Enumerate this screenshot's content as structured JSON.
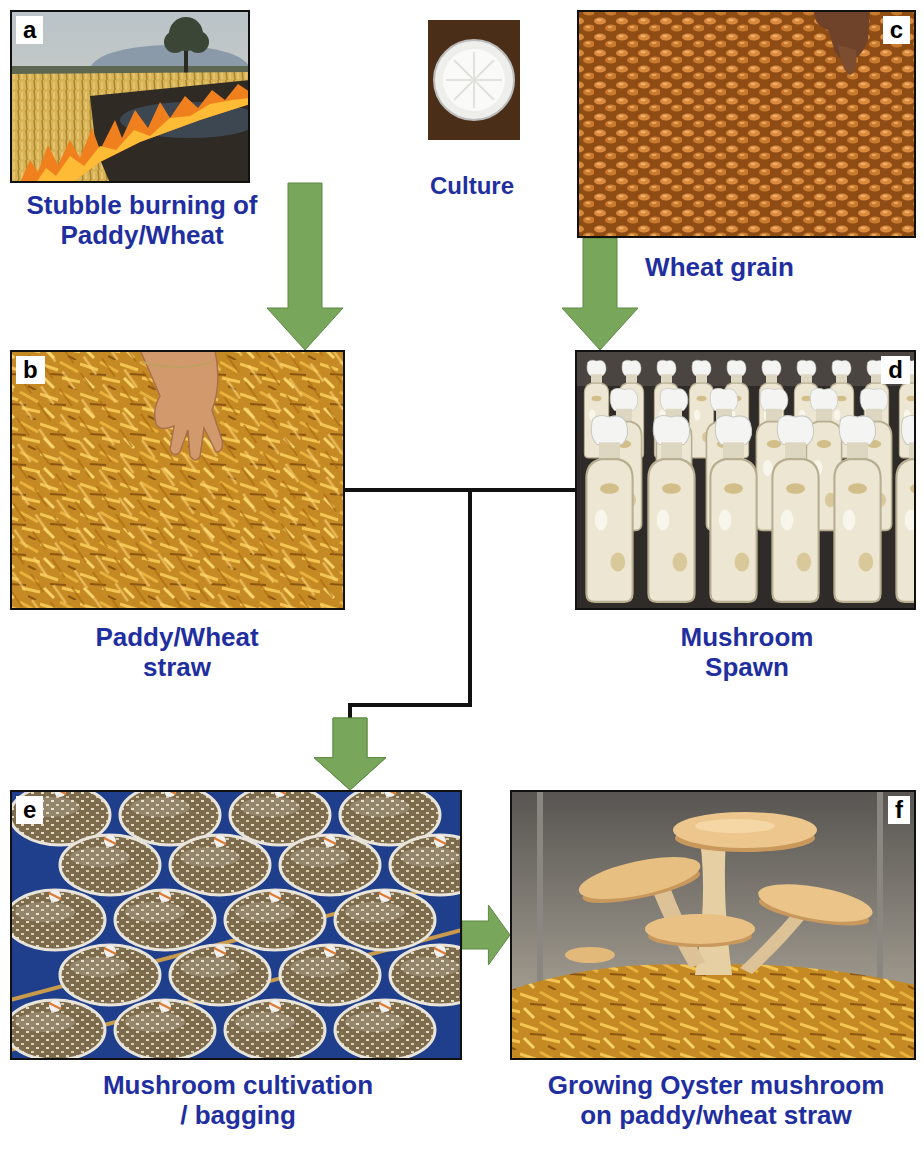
{
  "diagram": {
    "nodes": [
      {
        "text": [
          "a",
          "Stubble burning of Paddy/Wheat"
        ]
      },
      {
        "text": [
          "c",
          "Wheat grain"
        ]
      },
      {
        "text": [
          "b",
          "Paddy/Wheat straw"
        ]
      },
      {
        "text": [
          "d",
          "Mushroom Spawn"
        ]
      },
      {
        "text": [
          "e",
          "Mushroom cultivation / bagging"
        ]
      },
      {
        "text": [
          "f",
          "Growing Oyster mushroom on paddy/wheat straw"
        ]
      }
    ],
    "edges": [
      {
        "from": 0,
        "to": 2,
        "arrow": "to"
      },
      {
        "from": 1,
        "to": 3,
        "arrow": "to"
      },
      {
        "from": 2,
        "to": 4,
        "arrow": "to"
      },
      {
        "from": 3,
        "to": 4,
        "arrow": "to"
      },
      {
        "from": 4,
        "to": 5,
        "arrow": "to"
      }
    ],
    "labels": [
      "Culture"
    ]
  }
}
